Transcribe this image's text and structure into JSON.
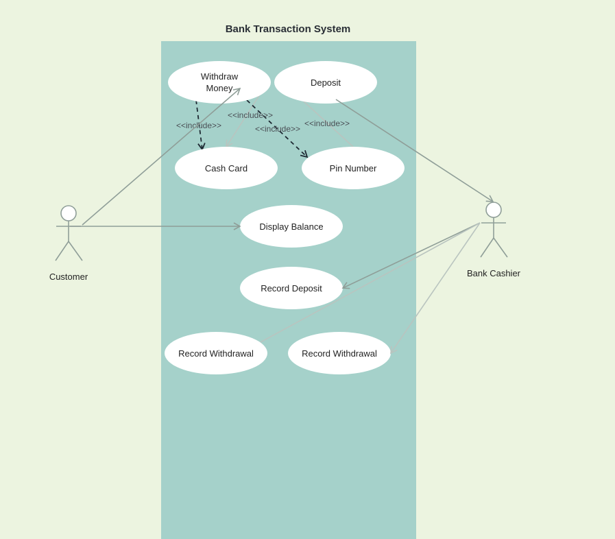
{
  "system": {
    "title": "Bank Transaction System"
  },
  "actors": {
    "customer": {
      "label": "Customer"
    },
    "bank_cashier": {
      "label": "Bank Cashier"
    }
  },
  "use_cases": {
    "withdraw_money": {
      "line1": "Withdraw",
      "line2": "Money"
    },
    "deposit": {
      "label": "Deposit"
    },
    "cash_card": {
      "label": "Cash Card"
    },
    "pin_number": {
      "label": "Pin Number"
    },
    "display_balance": {
      "label": "Display Balance"
    },
    "record_deposit": {
      "label": "Record Deposit"
    },
    "record_withdrawal_left": {
      "label": "Record Withdrawal"
    },
    "record_withdrawal_right": {
      "label": "Record Withdrawal"
    }
  },
  "relations": {
    "include_label": "<<include>>"
  },
  "colors": {
    "page_background": "#ecf4e0",
    "system_boundary": "#a5d1ca",
    "use_case_fill": "#ffffff",
    "association_line": "#8f9e98",
    "include_line": "#1e2a33",
    "light_line": "#b9c4bf"
  }
}
